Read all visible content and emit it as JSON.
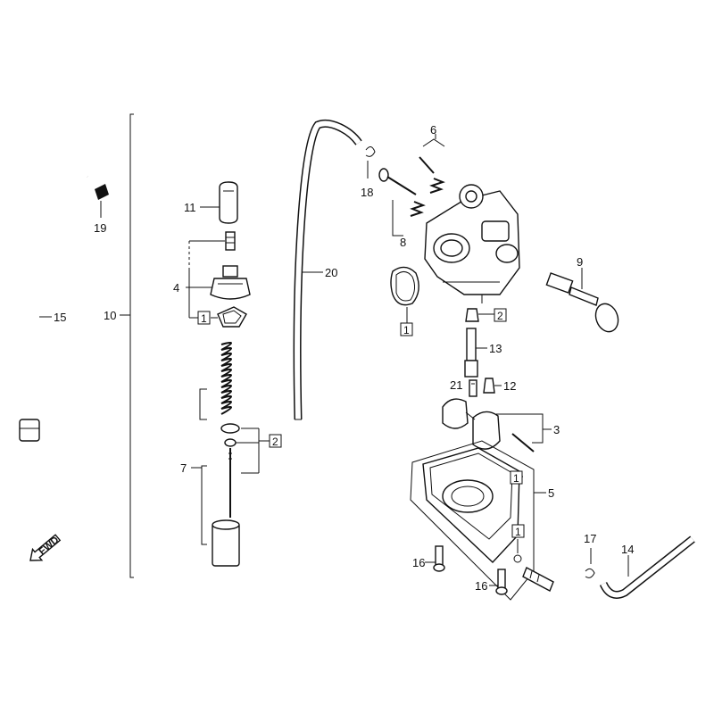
{
  "callouts": {
    "c1": "1",
    "c2": "2",
    "c3": "3",
    "c4": "4",
    "c5": "5",
    "c6": "6",
    "c7": "7",
    "c8": "8",
    "c9": "9",
    "c10": "10",
    "c11": "11",
    "c12": "12",
    "c13": "13",
    "c14": "14",
    "c15": "15",
    "c16": "16",
    "c17": "17",
    "c18": "18",
    "c19": "19",
    "c20": "20",
    "c21": "21"
  },
  "boxed": {
    "b1": "1",
    "b2": "2"
  },
  "direction_label": "FWD"
}
